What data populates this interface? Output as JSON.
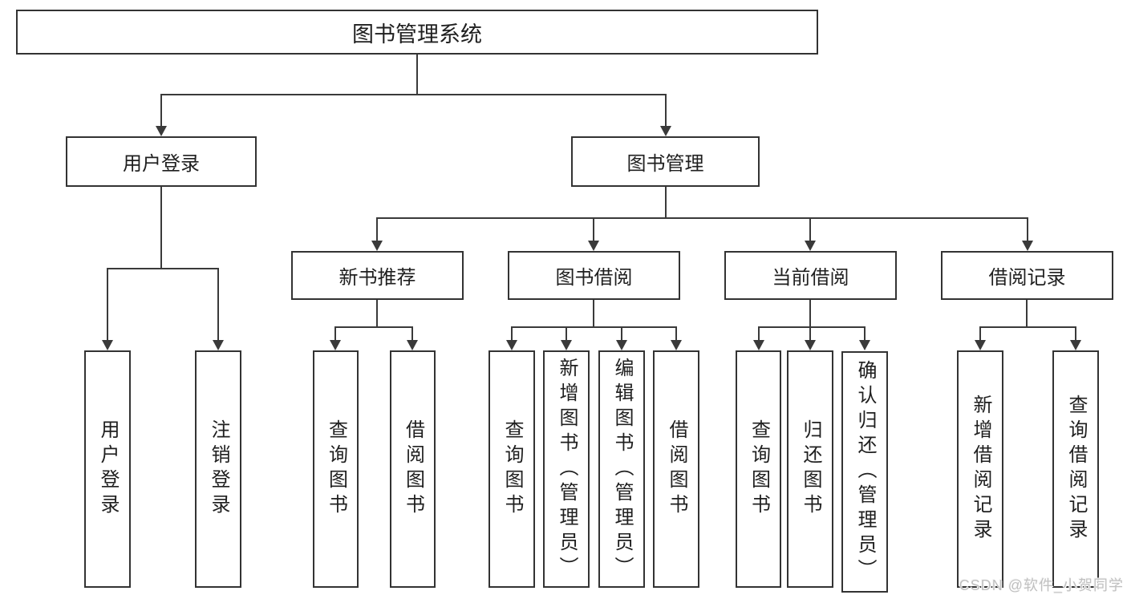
{
  "diagram": {
    "root": "图书管理系统",
    "branches": [
      {
        "label": "用户登录",
        "children": [
          "用户登录",
          "注销登录"
        ]
      },
      {
        "label": "图书管理",
        "groups": [
          {
            "label": "新书推荐",
            "children": [
              "查询图书",
              "借阅图书"
            ]
          },
          {
            "label": "图书借阅",
            "children": [
              "查询图书",
              "新增图书（管理员）",
              "编辑图书（管理员）",
              "借阅图书"
            ]
          },
          {
            "label": "当前借阅",
            "children": [
              "查询图书",
              "归还图书",
              "确认归还（管理员）"
            ]
          },
          {
            "label": "借阅记录",
            "children": [
              "新增借阅记录",
              "查询借阅记录"
            ]
          }
        ]
      }
    ],
    "watermark": "CSDN @软件_小贺同学",
    "colors": {
      "line": "#3a3a3a",
      "box_border": "#333333",
      "text": "#1f1f1f",
      "watermark": "#c0c0c0",
      "background": "#ffffff"
    }
  }
}
